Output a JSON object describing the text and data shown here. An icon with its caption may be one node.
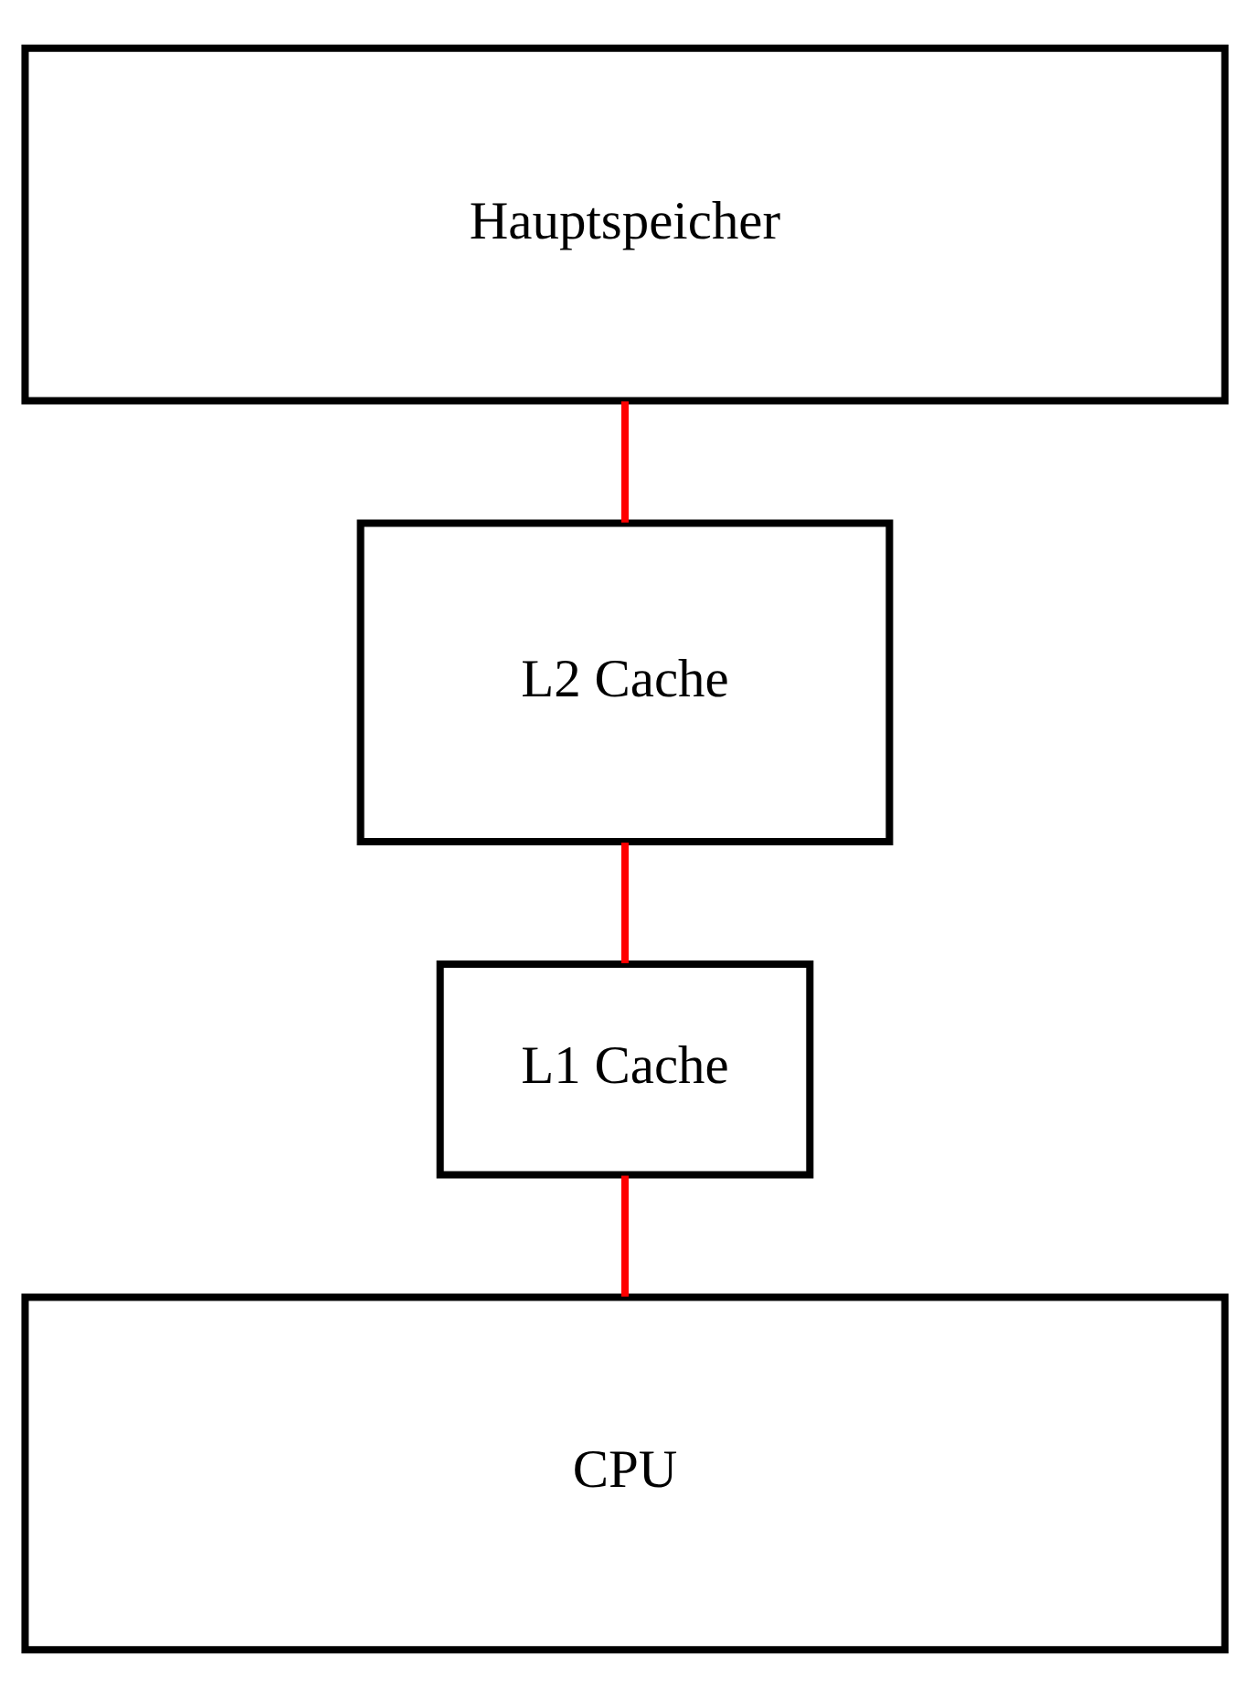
{
  "diagram": {
    "nodes": [
      {
        "text": [
          "Hauptspeicher"
        ]
      },
      {
        "text": [
          "L2 Cache"
        ]
      },
      {
        "text": [
          "L1 Cache"
        ]
      },
      {
        "text": [
          "CPU"
        ]
      }
    ],
    "edges": [
      {
        "from": 0,
        "to": 1,
        "arrow": "none",
        "color": "#ff0000"
      },
      {
        "from": 1,
        "to": 2,
        "arrow": "none",
        "color": "#ff0000"
      },
      {
        "from": 2,
        "to": 3,
        "arrow": "none",
        "color": "#ff0000"
      }
    ]
  }
}
